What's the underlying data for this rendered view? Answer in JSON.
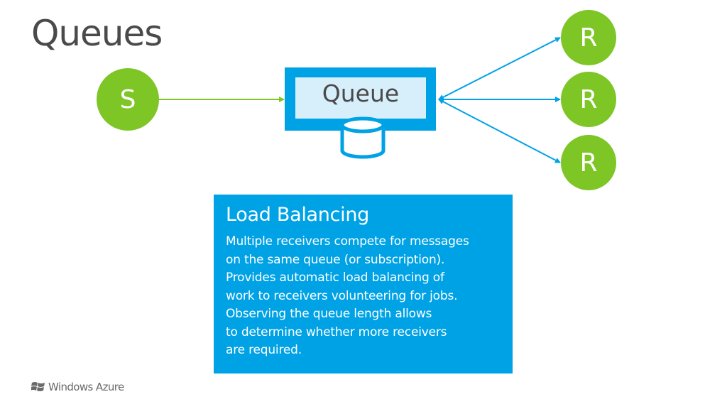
{
  "slide": {
    "title": "Queues"
  },
  "diagram": {
    "sender_label": "S",
    "queue_label": "Queue",
    "receivers": [
      "R",
      "R",
      "R"
    ],
    "colors": {
      "node": "#7dc626",
      "accent": "#00a2e6",
      "queue_fill": "#d7effb",
      "sender_arrow": "#7dc626"
    }
  },
  "info_box": {
    "title": "Load Balancing",
    "body": "Multiple receivers compete for messages\non the same queue (or subscription).\nProvides automatic load balancing of\nwork to receivers volunteering for jobs.\nObserving the queue length allows\nto determine whether more receivers\nare required."
  },
  "footer": {
    "logo_text": "Windows Azure",
    "logo_icon": "windows-flag-icon"
  }
}
